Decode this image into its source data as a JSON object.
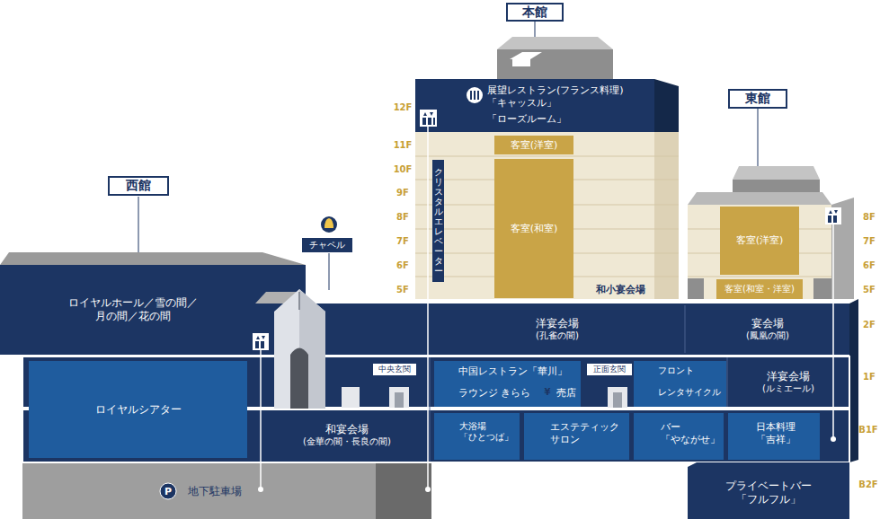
{
  "diagram": {
    "nodes": [
      {
        "text": [
          "本館"
        ]
      },
      {
        "text": [
          "西館"
        ]
      },
      {
        "text": [
          "東館"
        ]
      },
      {
        "text": [
          "チャペル"
        ]
      },
      {
        "text": [
          "展望レストラン(フランス料理) 「キャッスル」",
          "「ローズルーム」"
        ]
      },
      {
        "text": [
          "客室(洋室)"
        ]
      },
      {
        "text": [
          "クリスタルエレベーター"
        ]
      },
      {
        "text": [
          "客室(和室)"
        ]
      },
      {
        "text": [
          "客室(洋室)"
        ]
      },
      {
        "text": [
          "客室(和室・洋室)"
        ]
      },
      {
        "text": [
          "ロイヤルホール／雪の間／月の間／花の間"
        ]
      },
      {
        "text": [
          "洋宴会場",
          "(孔雀の間)"
        ]
      },
      {
        "text": [
          "宴会場",
          "(鳳凰の間)"
        ]
      },
      {
        "text": [
          "ロイヤルシアター"
        ]
      },
      {
        "text": [
          "中央玄関"
        ]
      },
      {
        "text": [
          "中国レストラン「華川」",
          "ラウンジ きらら",
          "売店"
        ]
      },
      {
        "text": [
          "正面玄関"
        ]
      },
      {
        "text": [
          "フロント",
          "レンタサイクル"
        ]
      },
      {
        "text": [
          "洋宴会場",
          "(ルミエール)"
        ]
      },
      {
        "text": [
          "和宴会場",
          "(金華の間・長良の間)"
        ]
      },
      {
        "text": [
          "大浴場 「ひとつば」"
        ]
      },
      {
        "text": [
          "エステティック サロン"
        ]
      },
      {
        "text": [
          "バー 「やながせ」"
        ]
      },
      {
        "text": [
          "日本料理 「吉祥」"
        ]
      },
      {
        "text": [
          "地下駐車場"
        ]
      },
      {
        "text": [
          "プライベートバー 「フルフル」"
        ]
      }
    ],
    "labels": [
      "和小宴会場",
      "12F",
      "11F",
      "10F",
      "9F",
      "8F",
      "7F",
      "6F",
      "5F",
      "8F",
      "7F",
      "6F",
      "5F",
      "2F",
      "1F",
      "B1F",
      "B2F",
      "¥",
      "P"
    ]
  }
}
